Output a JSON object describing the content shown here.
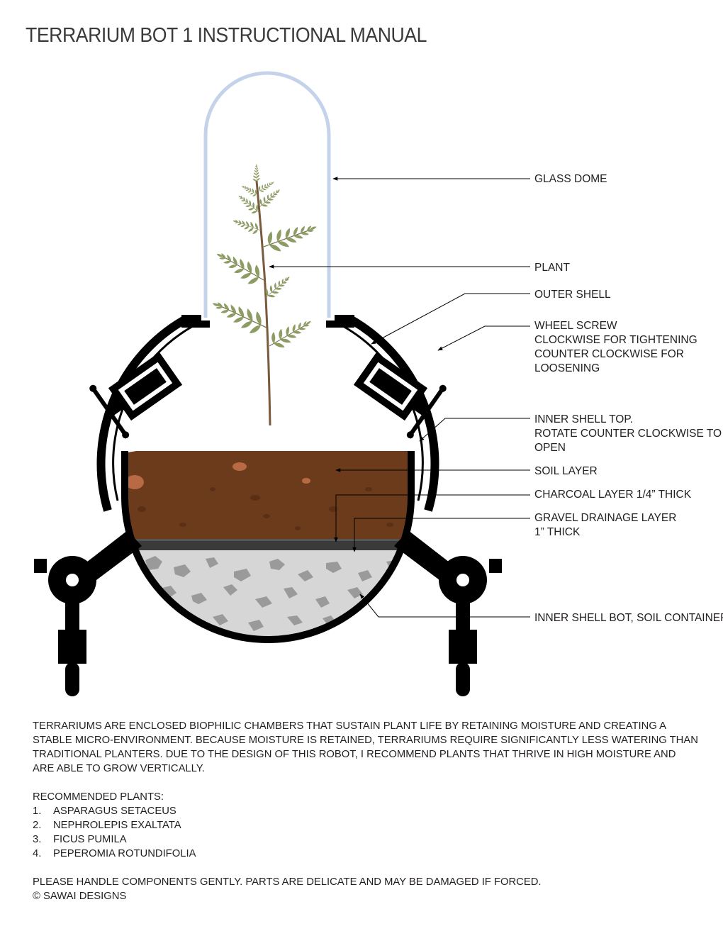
{
  "title": "TERRARIUM BOT 1 INSTRUCTIONAL MANUAL",
  "labels": {
    "glass_dome": [
      "GLASS DOME"
    ],
    "plant": [
      "PLANT"
    ],
    "outer_shell": [
      "OUTER SHELL"
    ],
    "wheel_screw": [
      "WHEEL SCREW",
      "CLOCKWISE FOR TIGHTENING",
      "COUNTER CLOCKWISE FOR",
      "LOOSENING"
    ],
    "inner_shell_top": [
      "INNER SHELL TOP.",
      "ROTATE COUNTER CLOCKWISE TO",
      "OPEN"
    ],
    "soil_layer": [
      "SOIL LAYER"
    ],
    "charcoal_layer": [
      "CHARCOAL LAYER 1/4” THICK"
    ],
    "gravel_layer": [
      "GRAVEL DRAINAGE LAYER",
      "1” THICK"
    ],
    "inner_shell_bot": [
      "INNER SHELL BOT, SOIL CONTAINER"
    ]
  },
  "description": "TERRARIUMS ARE ENCLOSED BIOPHILIC CHAMBERS THAT SUSTAIN PLANT LIFE BY RETAINING MOISTURE AND CREATING A STABLE MICRO-ENVIRONMENT. BECAUSE MOISTURE IS RETAINED, TERRARIUMS REQUIRE SIGNIFICANTLY LESS WATERING THAN TRADITIONAL PLANTERS. DUE TO THE DESIGN OF THIS ROBOT, I RECOMMEND PLANTS THAT THRIVE IN HIGH MOISTURE AND ARE ABLE TO GROW VERTICALLY.",
  "recommended_heading": "RECOMMENDED PLANTS:",
  "plants": [
    {
      "num": "1.",
      "name": "ASPARAGUS SETACEUS"
    },
    {
      "num": "2.",
      "name": "NEPHROLEPIS EXALTATA"
    },
    {
      "num": "3.",
      "name": "FICUS PUMILA"
    },
    {
      "num": "4.",
      "name": "PEPEROMIA ROTUNDIFOLIA"
    }
  ],
  "note": "PLEASE HANDLE COMPONENTS GENTLY. PARTS ARE DELICATE AND MAY BE DAMAGED IF FORCED.",
  "copyright": "© SAWAI DESIGNS",
  "colors": {
    "dome": "#c5d3ea",
    "soil": "#6b3b1c",
    "soil_highlight": "#b86a44",
    "charcoal": "#3a3a3a",
    "gravel": "#c8c8c8",
    "leaf": "#8c9c62",
    "stem": "#7a5a3c",
    "ink": "#000000"
  }
}
